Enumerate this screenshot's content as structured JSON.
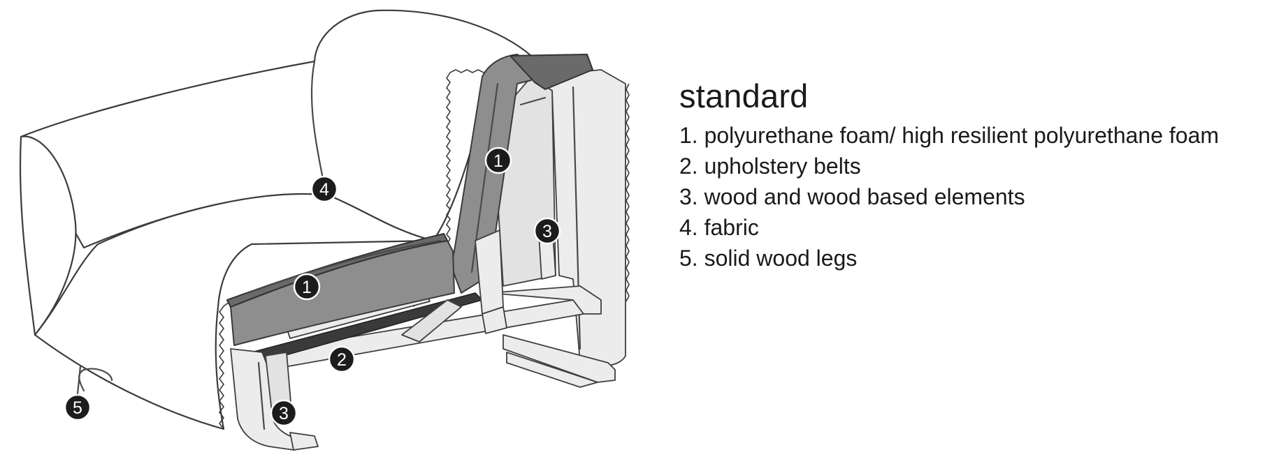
{
  "legend": {
    "title": "standard",
    "items": [
      "1. polyurethane foam/ high resilient polyurethane foam",
      "2. upholstery belts",
      "3. wood and wood based elements",
      "4. fabric",
      "5. solid wood legs"
    ]
  },
  "markers": [
    "1",
    "1",
    "2",
    "3",
    "3",
    "4",
    "5"
  ]
}
